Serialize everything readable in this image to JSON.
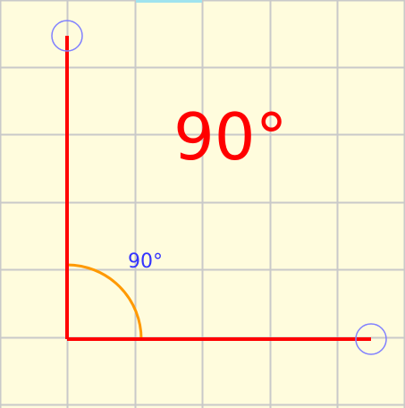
{
  "angle": {
    "display_value": "90°",
    "arc_label": "90°",
    "degrees": 90
  },
  "colors": {
    "background": "#fffcdd",
    "grid": "#c9c9c9",
    "rays": "#ff0000",
    "arc": "#ff9900",
    "arc_label": "#3333ff",
    "handle": "#8080ff",
    "display_value": "#ff0000"
  },
  "icons": {
    "handle_top": "circle-drag-handle-icon",
    "handle_right": "circle-drag-handle-icon"
  }
}
